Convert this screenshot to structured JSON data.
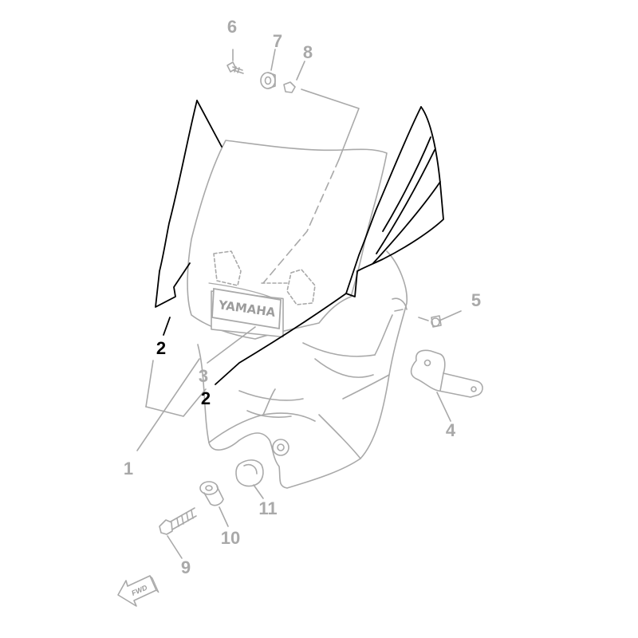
{
  "diagram": {
    "colors": {
      "faded_linework": "#a9a9a9",
      "highlight_linework": "#000000",
      "background": "#ffffff"
    },
    "callouts": {
      "part_1": "1",
      "part_2_left": "2",
      "part_2_right": "2",
      "part_3": "3",
      "part_4": "4",
      "part_5": "5",
      "part_6": "6",
      "part_7": "7",
      "part_8": "8",
      "part_9": "9",
      "part_10": "10",
      "part_11": "11"
    },
    "windshield_logo": "YAMAHA",
    "direction_arrow_label": "FWD"
  }
}
